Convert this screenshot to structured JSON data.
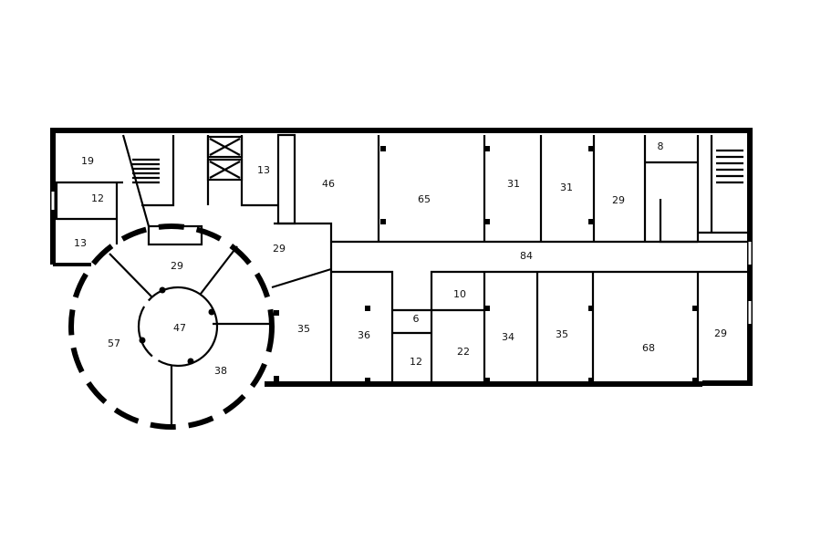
{
  "plan": {
    "rooms": [
      {
        "id": "r19",
        "area": "19"
      },
      {
        "id": "r12a",
        "area": "12"
      },
      {
        "id": "r13a",
        "area": "13"
      },
      {
        "id": "r13b",
        "area": "13"
      },
      {
        "id": "r46",
        "area": "46"
      },
      {
        "id": "r65",
        "area": "65"
      },
      {
        "id": "r31a",
        "area": "31"
      },
      {
        "id": "r31b",
        "area": "31"
      },
      {
        "id": "r29a",
        "area": "29"
      },
      {
        "id": "r8",
        "area": "8"
      },
      {
        "id": "r29b",
        "area": "29"
      },
      {
        "id": "r29c",
        "area": "29"
      },
      {
        "id": "r84",
        "area": "84"
      },
      {
        "id": "r47",
        "area": "47"
      },
      {
        "id": "r57",
        "area": "57"
      },
      {
        "id": "r38",
        "area": "38"
      },
      {
        "id": "r35a",
        "area": "35"
      },
      {
        "id": "r36",
        "area": "36"
      },
      {
        "id": "r10",
        "area": "10"
      },
      {
        "id": "r6",
        "area": "6"
      },
      {
        "id": "r12b",
        "area": "12"
      },
      {
        "id": "r22",
        "area": "22"
      },
      {
        "id": "r34",
        "area": "34"
      },
      {
        "id": "r35b",
        "area": "35"
      },
      {
        "id": "r68",
        "area": "68"
      },
      {
        "id": "r29d",
        "area": "29"
      }
    ]
  }
}
